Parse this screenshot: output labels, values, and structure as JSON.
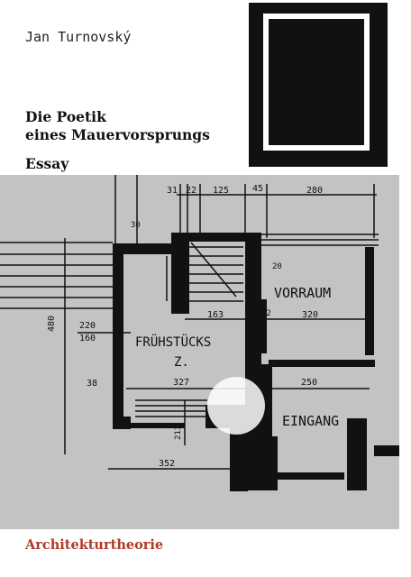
{
  "cover": {
    "author": "Jan Turnovský",
    "title_line1": "Die Poetik",
    "title_line2": "eines Mauervorsprungs",
    "subtitle": "Essay",
    "series": "Architekturtheorie"
  },
  "plan_labels": {
    "room1": "VORRAUM",
    "room2a": "FRÜHSTÜCKS",
    "room2b": "Z.",
    "room3": "EINGANG",
    "d1": "31",
    "d2": "22",
    "d3": "125",
    "d4": "45",
    "d5": "280",
    "d6": "30",
    "d7": "20",
    "d8": "163",
    "d9": "12",
    "d10": "320",
    "d11": "220",
    "d12": "160",
    "d13": "480",
    "d14": "38",
    "d15": "327",
    "d16": "250",
    "d17": "352",
    "d18": "213"
  },
  "colors": {
    "plan_background": "#c3c3c3",
    "ink": "#111111",
    "series_text": "#b03a2a"
  }
}
